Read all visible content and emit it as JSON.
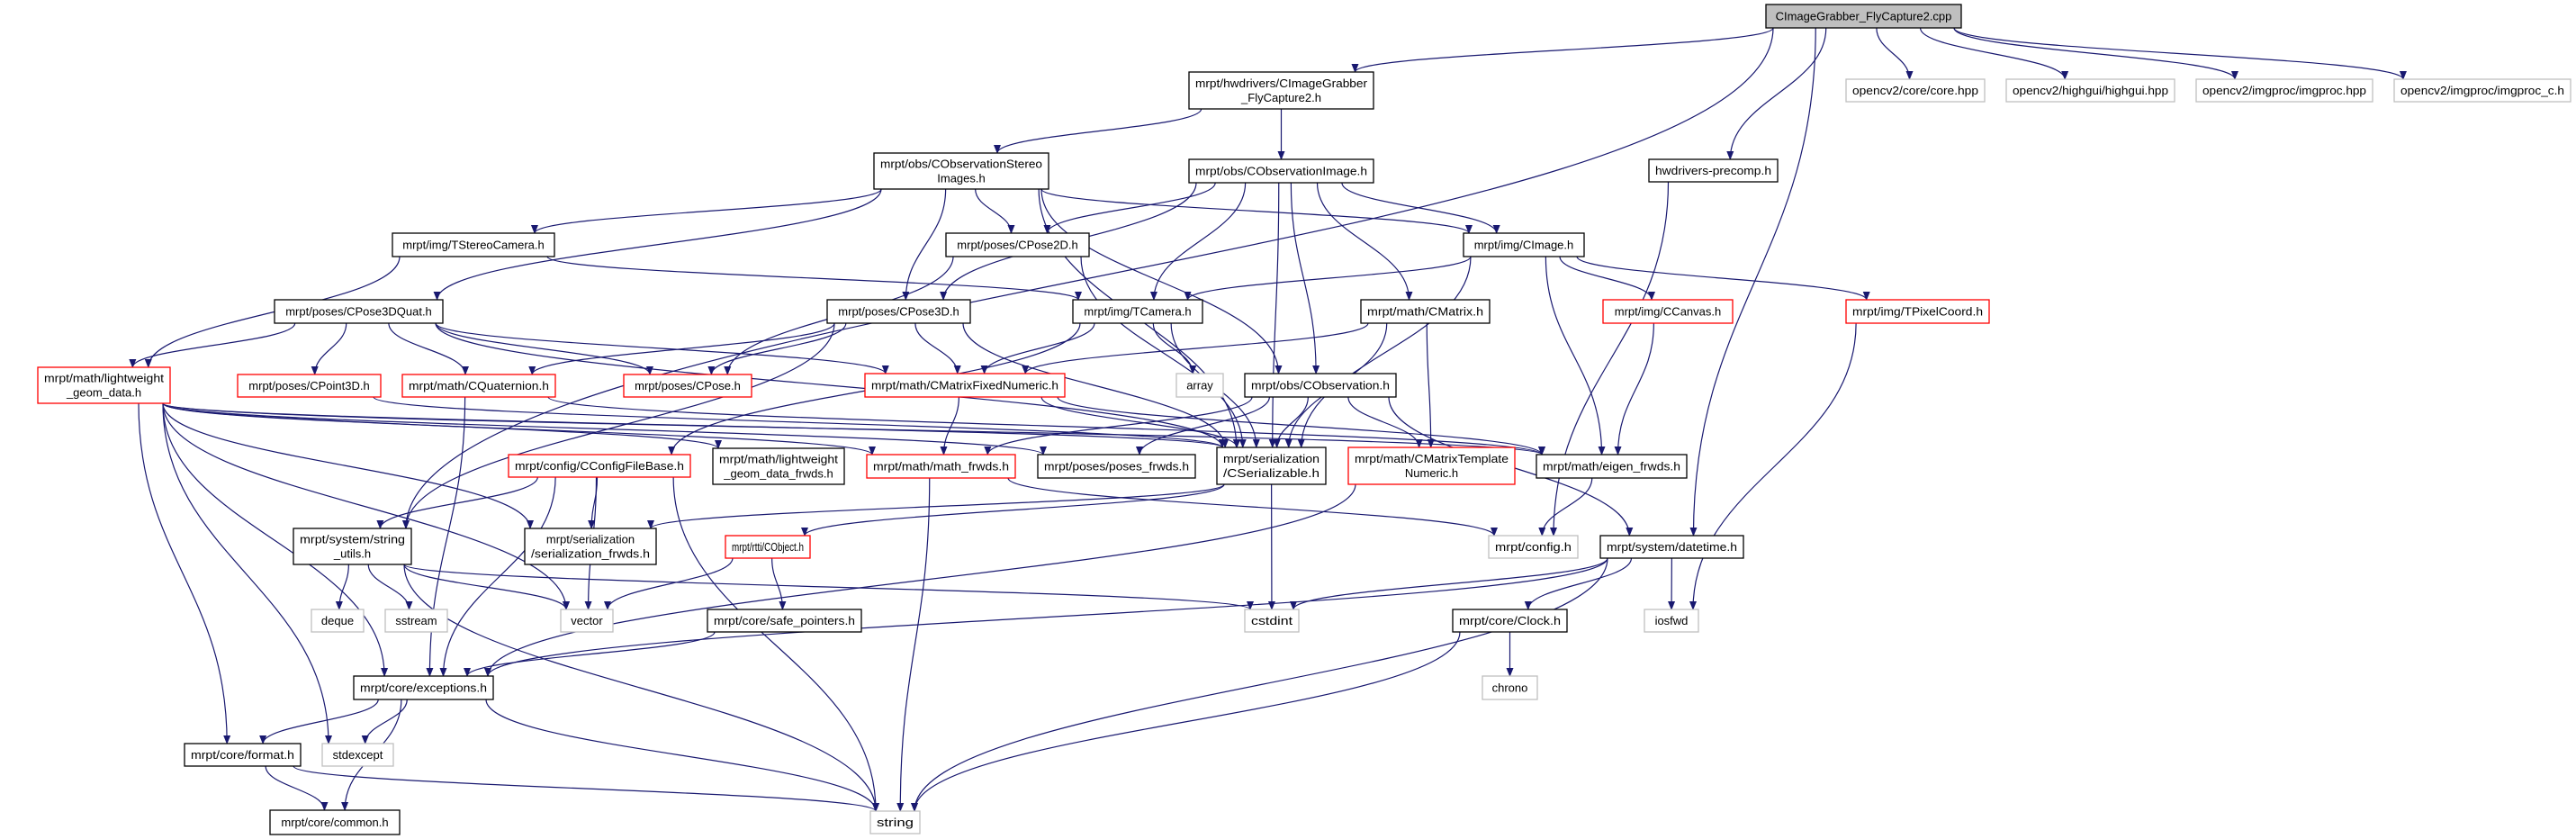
{
  "graph": {
    "nodes": [
      {
        "id": "cpp",
        "label": [
          "CImageGrabber_FlyCapture2.cpp"
        ],
        "kind": "root"
      },
      {
        "id": "ig_h",
        "label": [
          "mrpt/hwdrivers/CImageGrabber",
          "_FlyCapture2.h"
        ],
        "kind": "normal"
      },
      {
        "id": "core_hpp",
        "label": [
          "opencv2/core/core.hpp"
        ],
        "kind": "external"
      },
      {
        "id": "highgui",
        "label": [
          "opencv2/highgui/highgui.hpp"
        ],
        "kind": "external"
      },
      {
        "id": "imgproc",
        "label": [
          "opencv2/imgproc/imgproc.hpp"
        ],
        "kind": "external"
      },
      {
        "id": "imgproc_c",
        "label": [
          "opencv2/imgproc/imgproc_c.h"
        ],
        "kind": "external"
      },
      {
        "id": "stereo",
        "label": [
          "mrpt/obs/CObservationStereo",
          "Images.h"
        ],
        "kind": "normal"
      },
      {
        "id": "obsimg",
        "label": [
          "mrpt/obs/CObservationImage.h"
        ],
        "kind": "normal"
      },
      {
        "id": "precomp",
        "label": [
          "hwdrivers-precomp.h"
        ],
        "kind": "normal"
      },
      {
        "id": "tstereo",
        "label": [
          "mrpt/img/TStereoCamera.h"
        ],
        "kind": "normal"
      },
      {
        "id": "cpose2d",
        "label": [
          "mrpt/poses/CPose2D.h"
        ],
        "kind": "normal"
      },
      {
        "id": "cimage",
        "label": [
          "mrpt/img/CImage.h"
        ],
        "kind": "normal"
      },
      {
        "id": "cpose3dquat",
        "label": [
          "mrpt/poses/CPose3DQuat.h"
        ],
        "kind": "normal"
      },
      {
        "id": "cpose3d",
        "label": [
          "mrpt/poses/CPose3D.h"
        ],
        "kind": "normal"
      },
      {
        "id": "tcamera",
        "label": [
          "mrpt/img/TCamera.h"
        ],
        "kind": "normal"
      },
      {
        "id": "cmatrix",
        "label": [
          "mrpt/math/CMatrix.h"
        ],
        "kind": "normal"
      },
      {
        "id": "ccanvas",
        "label": [
          "mrpt/img/CCanvas.h"
        ],
        "kind": "truncated"
      },
      {
        "id": "tpixel",
        "label": [
          "mrpt/img/TPixelCoord.h"
        ],
        "kind": "truncated"
      },
      {
        "id": "lwgd",
        "label": [
          "mrpt/math/lightweight",
          "_geom_data.h"
        ],
        "kind": "truncated"
      },
      {
        "id": "cpoint3d",
        "label": [
          "mrpt/poses/CPoint3D.h"
        ],
        "kind": "truncated"
      },
      {
        "id": "cquat",
        "label": [
          "mrpt/math/CQuaternion.h"
        ],
        "kind": "truncated"
      },
      {
        "id": "cpose",
        "label": [
          "mrpt/poses/CPose.h"
        ],
        "kind": "truncated"
      },
      {
        "id": "cmfn",
        "label": [
          "mrpt/math/CMatrixFixedNumeric.h"
        ],
        "kind": "truncated"
      },
      {
        "id": "array",
        "label": [
          "array"
        ],
        "kind": "external"
      },
      {
        "id": "cobs",
        "label": [
          "mrpt/obs/CObservation.h"
        ],
        "kind": "normal"
      },
      {
        "id": "cconfig",
        "label": [
          "mrpt/config/CConfigFileBase.h"
        ],
        "kind": "truncated"
      },
      {
        "id": "lwfrwds",
        "label": [
          "mrpt/math/lightweight",
          "_geom_data_frwds.h"
        ],
        "kind": "normal"
      },
      {
        "id": "mathfrwds",
        "label": [
          "mrpt/math/math_frwds.h"
        ],
        "kind": "truncated"
      },
      {
        "id": "posesfrwds",
        "label": [
          "mrpt/poses/poses_frwds.h"
        ],
        "kind": "normal"
      },
      {
        "id": "cser",
        "label": [
          "mrpt/serialization",
          "/CSerializable.h"
        ],
        "kind": "normal"
      },
      {
        "id": "cmtn",
        "label": [
          "mrpt/math/CMatrixTemplate",
          "Numeric.h"
        ],
        "kind": "truncated"
      },
      {
        "id": "eigen",
        "label": [
          "mrpt/math/eigen_frwds.h"
        ],
        "kind": "normal"
      },
      {
        "id": "strutils",
        "label": [
          "mrpt/system/string",
          "_utils.h"
        ],
        "kind": "normal"
      },
      {
        "id": "serfrwds",
        "label": [
          "mrpt/serialization",
          "/serialization_frwds.h"
        ],
        "kind": "normal"
      },
      {
        "id": "cobject",
        "label": [
          "mrpt/rtti/CObject.h"
        ],
        "kind": "truncated"
      },
      {
        "id": "config",
        "label": [
          "mrpt/config.h"
        ],
        "kind": "external"
      },
      {
        "id": "datetime",
        "label": [
          "mrpt/system/datetime.h"
        ],
        "kind": "normal"
      },
      {
        "id": "deque",
        "label": [
          "deque"
        ],
        "kind": "external"
      },
      {
        "id": "sstream",
        "label": [
          "sstream"
        ],
        "kind": "external"
      },
      {
        "id": "vector",
        "label": [
          "vector"
        ],
        "kind": "external"
      },
      {
        "id": "safeptr",
        "label": [
          "mrpt/core/safe_pointers.h"
        ],
        "kind": "normal"
      },
      {
        "id": "cstdint",
        "label": [
          "cstdint"
        ],
        "kind": "external"
      },
      {
        "id": "clock",
        "label": [
          "mrpt/core/Clock.h"
        ],
        "kind": "normal"
      },
      {
        "id": "iosfwd",
        "label": [
          "iosfwd"
        ],
        "kind": "external"
      },
      {
        "id": "exceptions",
        "label": [
          "mrpt/core/exceptions.h"
        ],
        "kind": "normal"
      },
      {
        "id": "chrono",
        "label": [
          "chrono"
        ],
        "kind": "external"
      },
      {
        "id": "format",
        "label": [
          "mrpt/core/format.h"
        ],
        "kind": "normal"
      },
      {
        "id": "stdexcept",
        "label": [
          "stdexcept"
        ],
        "kind": "external"
      },
      {
        "id": "common",
        "label": [
          "mrpt/core/common.h"
        ],
        "kind": "normal"
      },
      {
        "id": "string",
        "label": [
          "string"
        ],
        "kind": "external"
      }
    ],
    "edges": [
      [
        "cpp",
        "ig_h"
      ],
      [
        "cpp",
        "core_hpp"
      ],
      [
        "cpp",
        "highgui"
      ],
      [
        "cpp",
        "imgproc"
      ],
      [
        "cpp",
        "imgproc_c"
      ],
      [
        "cpp",
        "precomp"
      ],
      [
        "cpp",
        "datetime"
      ],
      [
        "cpp",
        "strutils"
      ],
      [
        "ig_h",
        "stereo"
      ],
      [
        "ig_h",
        "obsimg"
      ],
      [
        "precomp",
        "config"
      ],
      [
        "stereo",
        "cpose3dquat"
      ],
      [
        "stereo",
        "tstereo"
      ],
      [
        "stereo",
        "cpose3d"
      ],
      [
        "stereo",
        "cpose2d"
      ],
      [
        "stereo",
        "cimage"
      ],
      [
        "stereo",
        "cobs"
      ],
      [
        "stereo",
        "cser"
      ],
      [
        "obsimg",
        "cpose2d"
      ],
      [
        "obsimg",
        "cpose3d"
      ],
      [
        "obsimg",
        "tcamera"
      ],
      [
        "obsimg",
        "cobs"
      ],
      [
        "obsimg",
        "cmatrix"
      ],
      [
        "obsimg",
        "cimage"
      ],
      [
        "obsimg",
        "cser"
      ],
      [
        "tstereo",
        "lwgd"
      ],
      [
        "tstereo",
        "tcamera"
      ],
      [
        "cpose2d",
        "cpose"
      ],
      [
        "cpose2d",
        "cser"
      ],
      [
        "cimage",
        "tcamera"
      ],
      [
        "cimage",
        "ccanvas"
      ],
      [
        "cimage",
        "tpixel"
      ],
      [
        "cimage",
        "eigen"
      ],
      [
        "cimage",
        "cser"
      ],
      [
        "cpose3dquat",
        "lwgd"
      ],
      [
        "cpose3dquat",
        "cpoint3d"
      ],
      [
        "cpose3dquat",
        "cquat"
      ],
      [
        "cpose3dquat",
        "cpose"
      ],
      [
        "cpose3dquat",
        "cmfn"
      ],
      [
        "cpose3dquat",
        "cser"
      ],
      [
        "cpose3d",
        "cquat"
      ],
      [
        "cpose3d",
        "cpose"
      ],
      [
        "cpose3d",
        "cmfn"
      ],
      [
        "cpose3d",
        "cser"
      ],
      [
        "cpose3d",
        "strutils"
      ],
      [
        "tcamera",
        "cconfig"
      ],
      [
        "tcamera",
        "cmfn"
      ],
      [
        "tcamera",
        "array"
      ],
      [
        "tcamera",
        "cser"
      ],
      [
        "cmatrix",
        "cmfn"
      ],
      [
        "cmatrix",
        "cser"
      ],
      [
        "cmatrix",
        "cmtn"
      ],
      [
        "ccanvas",
        "eigen"
      ],
      [
        "tpixel",
        "iosfwd"
      ],
      [
        "lwgd",
        "lwfrwds"
      ],
      [
        "lwgd",
        "mathfrwds"
      ],
      [
        "lwgd",
        "posesfrwds"
      ],
      [
        "lwgd",
        "cser"
      ],
      [
        "lwgd",
        "eigen"
      ],
      [
        "lwgd",
        "serfrwds"
      ],
      [
        "lwgd",
        "vector"
      ],
      [
        "lwgd",
        "exceptions"
      ],
      [
        "lwgd",
        "format"
      ],
      [
        "lwgd",
        "stdexcept"
      ],
      [
        "cpoint3d",
        "cser"
      ],
      [
        "cquat",
        "exceptions"
      ],
      [
        "cquat",
        "eigen"
      ],
      [
        "cmfn",
        "mathfrwds"
      ],
      [
        "cmfn",
        "cser"
      ],
      [
        "cmfn",
        "eigen"
      ],
      [
        "cobs",
        "cser"
      ],
      [
        "cobs",
        "posesfrwds"
      ],
      [
        "cobs",
        "mathfrwds"
      ],
      [
        "cobs",
        "datetime"
      ],
      [
        "cobs",
        "cmtn"
      ],
      [
        "cconfig",
        "strutils"
      ],
      [
        "cconfig",
        "vector"
      ],
      [
        "cconfig",
        "exceptions"
      ],
      [
        "cconfig",
        "string"
      ],
      [
        "cconfig",
        "serfrwds"
      ],
      [
        "mathfrwds",
        "string"
      ],
      [
        "mathfrwds",
        "config"
      ],
      [
        "cser",
        "cobject"
      ],
      [
        "cser",
        "serfrwds"
      ],
      [
        "cser",
        "cstdint"
      ],
      [
        "cmtn",
        "exceptions"
      ],
      [
        "eigen",
        "config"
      ],
      [
        "strutils",
        "deque"
      ],
      [
        "strutils",
        "sstream"
      ],
      [
        "strutils",
        "vector"
      ],
      [
        "strutils",
        "string"
      ],
      [
        "strutils",
        "cstdint"
      ],
      [
        "cobject",
        "vector"
      ],
      [
        "cobject",
        "safeptr"
      ],
      [
        "safeptr",
        "exceptions"
      ],
      [
        "datetime",
        "cstdint"
      ],
      [
        "datetime",
        "exceptions"
      ],
      [
        "datetime",
        "clock"
      ],
      [
        "datetime",
        "iosfwd"
      ],
      [
        "datetime",
        "string"
      ],
      [
        "clock",
        "chrono"
      ],
      [
        "clock",
        "string"
      ],
      [
        "exceptions",
        "format"
      ],
      [
        "exceptions",
        "stdexcept"
      ],
      [
        "exceptions",
        "common"
      ],
      [
        "exceptions",
        "string"
      ],
      [
        "format",
        "common"
      ],
      [
        "format",
        "string"
      ]
    ]
  },
  "colors": {
    "edge": "#191970",
    "root_fill": "#bfbfbf",
    "normal_border": "#000000",
    "truncated_border": "#ff0000",
    "external_border": "#bfbfbf"
  }
}
